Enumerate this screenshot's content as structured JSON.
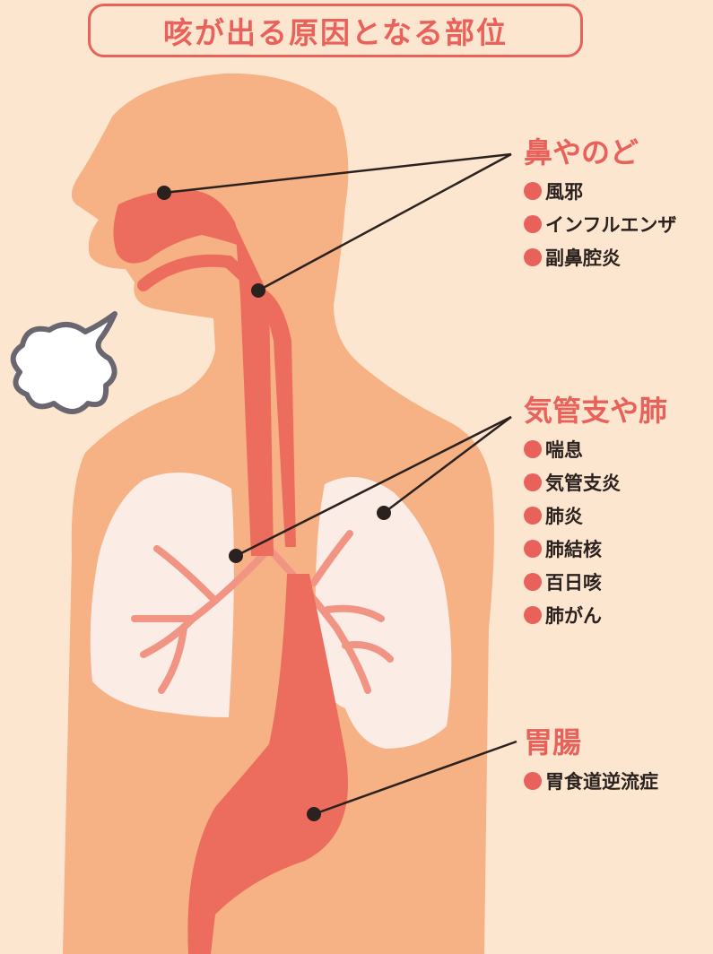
{
  "title": "咳が出る原因となる部位",
  "colors": {
    "background": "#fde6cf",
    "accent": "#e8615a",
    "body": "#f6b184",
    "airway": "#ec6d5d",
    "lung": "#fbece6",
    "text": "#2b2220"
  },
  "groups": [
    {
      "title": "鼻やのど",
      "items": [
        "風邪",
        "インフルエンザ",
        "副鼻腔炎"
      ]
    },
    {
      "title": "気管支や肺",
      "items": [
        "喘息",
        "気管支炎",
        "肺炎",
        "肺結核",
        "百日咳",
        "肺がん"
      ]
    },
    {
      "title": "胃腸",
      "items": [
        "胃食道逆流症"
      ]
    }
  ],
  "icons": [
    "cough-cloud-icon",
    "bullet-dot-icon"
  ]
}
